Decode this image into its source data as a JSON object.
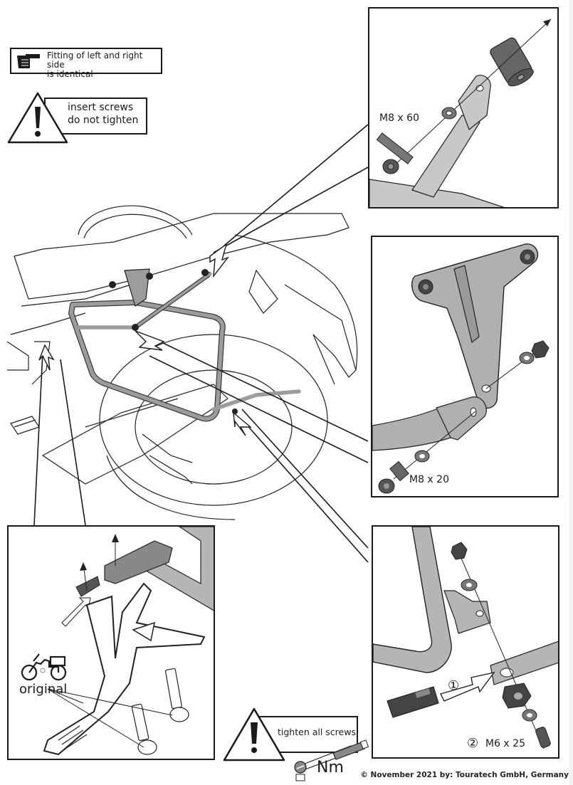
{
  "document": {
    "type": "assembly-instructions",
    "note": {
      "icon": "pointing-hand-icon",
      "line1": "Fitting of left and right side",
      "line2": "is identical"
    },
    "warning_top": {
      "icon": "warning-triangle-icon",
      "line1": "insert screws",
      "line2": "do not tighten"
    },
    "warning_bottom": {
      "icon": "warning-triangle-icon",
      "text": "tighten all screws",
      "torque_icon": "torque-wrench-icon",
      "torque_unit": "Nm"
    },
    "detail_panels": [
      {
        "id": "upper-mount",
        "screw_label": "M8 x 60",
        "parts": [
          "screw",
          "washer",
          "mounting-plate",
          "spacer"
        ]
      },
      {
        "id": "middle-mount",
        "screw_label": "M8 x 20",
        "parts": [
          "bracket",
          "screw",
          "washer",
          "nut"
        ]
      },
      {
        "id": "lower-mount",
        "step1": "①",
        "step2": "②",
        "screw_label": "M6 x 25",
        "parts": [
          "clip",
          "nut",
          "washer",
          "screw"
        ]
      },
      {
        "id": "footrest",
        "original_label": "original",
        "original_icon": "motorcycle-icon"
      }
    ],
    "footer": "© November 2021 by: Touratech GmbH, Germany"
  }
}
